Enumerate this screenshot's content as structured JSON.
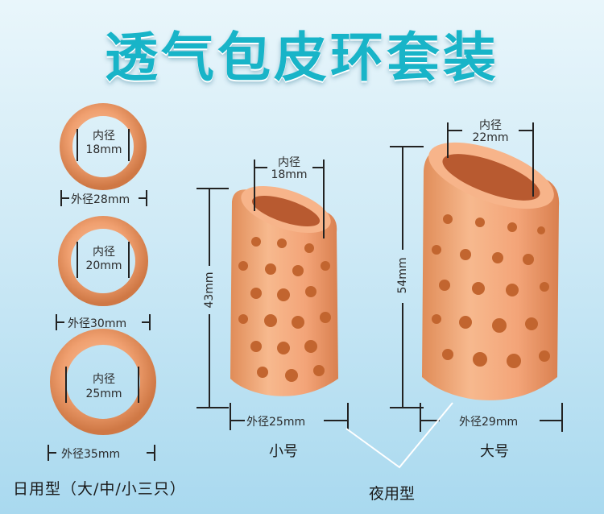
{
  "title": "透气包皮环套装",
  "rings": [
    {
      "inner_label": "内径",
      "inner_value": "18mm",
      "outer_label": "外径28mm"
    },
    {
      "inner_label": "内径",
      "inner_value": "20mm",
      "outer_label": "外径30mm"
    },
    {
      "inner_label": "内径",
      "inner_value": "25mm",
      "outer_label": "外径35mm"
    }
  ],
  "sleeve_small": {
    "inner_label": "内径",
    "inner_value": "18mm",
    "height": "43mm",
    "outer": "外径25mm",
    "name": "小号"
  },
  "sleeve_large": {
    "inner_label": "内径",
    "inner_value": "22mm",
    "height": "54mm",
    "outer": "外径29mm",
    "name": "大号"
  },
  "day_type": "日用型（大/中/小三只）",
  "night_type": "夜用型",
  "colors": {
    "title": "#18b4c8",
    "silicone": "#f3a277",
    "silicone_dark": "#d9804f",
    "background": "#cfeaf6"
  }
}
